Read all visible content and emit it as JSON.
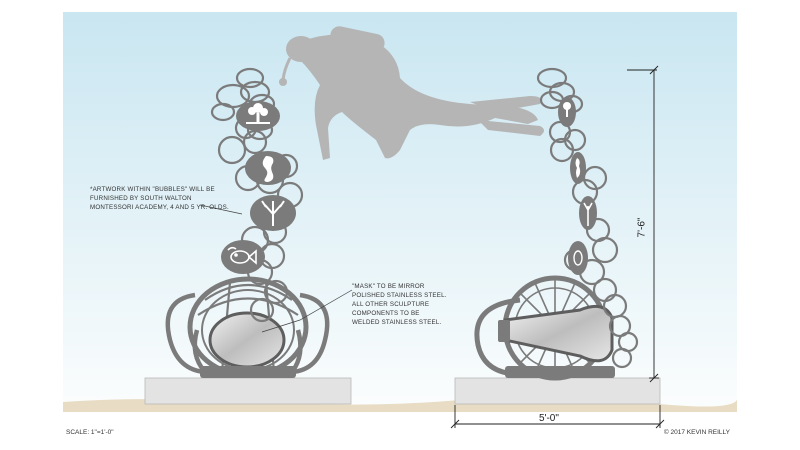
{
  "colors": {
    "sky_top": "#c9e6f1",
    "sky_bottom": "#fbfdfd",
    "sculpture": "#7b7b7b",
    "sculpture_dark": "#5e5e5e",
    "diver": "#b5b5b5",
    "sand": "#e8dcc4",
    "pedestal": "#e3e3e3",
    "mirror": "#d4d4d4"
  },
  "icons": {
    "diver": "scuba-diver-silhouette",
    "bubble_art": [
      "tree-icon",
      "seahorse-icon",
      "coral-icon",
      "fish-icon"
    ]
  },
  "notes": {
    "bubbles": "*ARTWORK WITHIN \"BUBBLES\" WILL BE\nFURNISHED BY SOUTH WALTON\nMONTESSORI ACADEMY, 4 AND 5 YR. OLDS.",
    "mask": "\"MASK\" TO BE MIRROR\nPOLISHED STAINLESS STEEL.\nALL OTHER SCULPTURE\nCOMPONENTS TO BE\nWELDED STAINLESS STEEL."
  },
  "dimensions": {
    "height": "7'-6\"",
    "width": "5'-0\""
  },
  "footer": {
    "scale": "SCALE: 1\"=1'-0\"",
    "copyright": "© 2017 KEVIN REILLY"
  }
}
